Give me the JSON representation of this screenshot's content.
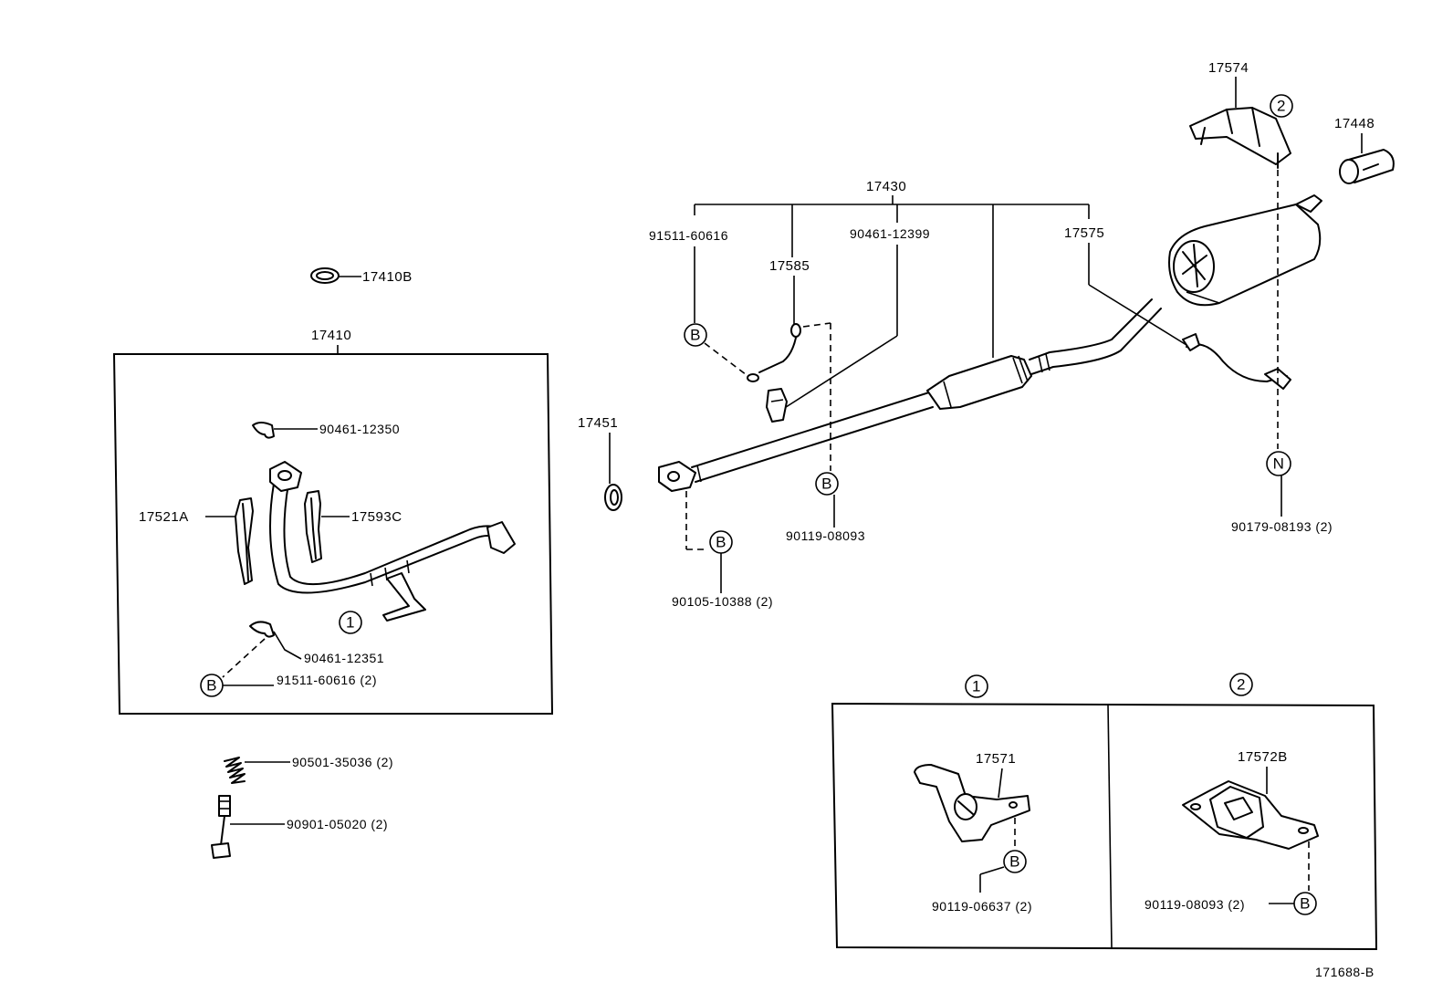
{
  "part_labels": {
    "p17410B": "17410B",
    "p17410": "17410",
    "p90461_12350": "90461-12350",
    "p17521A": "17521A",
    "p17593C": "17593C",
    "p90461_12351": "90461-12351",
    "p91511_60616_2": "91511-60616 (2)",
    "p90501_35036": "90501-35036 (2)",
    "p90901_05020": "90901-05020 (2)",
    "p17451": "17451",
    "p17430": "17430",
    "p91511_60616": "91511-60616",
    "p17585": "17585",
    "p90461_12399": "90461-12399",
    "p17575": "17575",
    "p90119_08093": "90119-08093",
    "p90105_10388": "90105-10388 (2)",
    "p17574": "17574",
    "p17448": "17448",
    "p90179_08193": "90179-08193 (2)",
    "p17571": "17571",
    "p90119_06637": "90119-06637 (2)",
    "p17572B": "17572B",
    "p90119_08093_2": "90119-08093 (2)"
  },
  "callouts": {
    "one": "1",
    "two": "2",
    "b": "B",
    "n": "N"
  },
  "diagram_id": "171688-B"
}
